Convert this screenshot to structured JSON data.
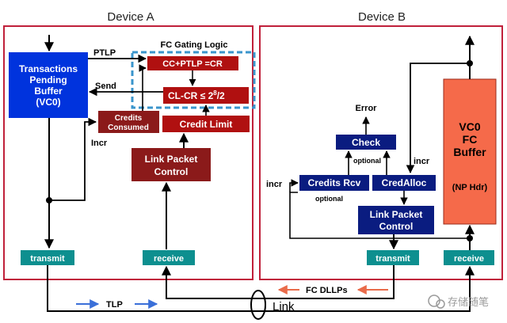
{
  "device_a": {
    "title": "Device A",
    "tpb_lines": [
      "Transactions",
      "Pending",
      "Buffer",
      "(VC0)"
    ],
    "fc_gating_title": "FC Gating Logic",
    "cc_ptlp": "CC+PTLP =CR",
    "cl_cr": "CL-CR ≤ 2",
    "cl_cr_exp": "8",
    "cl_cr_tail": "/2",
    "credits_consumed": [
      "Credits",
      "Consumed"
    ],
    "credit_limit": "Credit Limit",
    "link_packet_control": [
      "Link Packet",
      "Control"
    ],
    "transmit": "transmit",
    "receive": "receive",
    "label_ptlp": "PTLP",
    "label_send": "Send",
    "label_incr": "Incr"
  },
  "device_b": {
    "title": "Device B",
    "error": "Error",
    "check": "Check",
    "optional_1": "optional",
    "optional_2": "optional",
    "credits_rcv": "Credits Rcv",
    "cred_alloc": "CredAlloc",
    "incr_left": "incr",
    "incr_right": "incr",
    "link_packet_control": [
      "Link Packet",
      "Control"
    ],
    "vc0_buffer": [
      "VC0",
      "FC",
      "Buffer"
    ],
    "np_hdr": "(NP Hdr)",
    "transmit": "transmit",
    "receive": "receive"
  },
  "bottom": {
    "tlp": "TLP",
    "fc_dllps": "FC DLLPs",
    "link": "Link"
  },
  "watermark": "存储随笔",
  "colors": {
    "device_border": "#c0203a",
    "blue_box": "#0033dd",
    "dark_red_box": "#8b1a1a",
    "red_box": "#b01010",
    "navy_box": "#0a1c80",
    "teal_box": "#0d8f8f",
    "vc0_buffer": "#f56a4a",
    "gating_dash": "#3a95cc",
    "tlp_arrow": "#3a6fd8",
    "fc_dllp_arrow": "#e96b4a"
  }
}
